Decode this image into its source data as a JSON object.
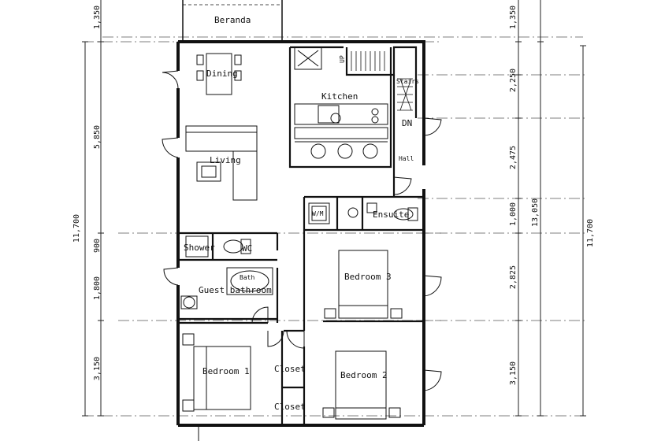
{
  "rooms": {
    "beranda": "Beranda",
    "dining": "Dining",
    "kitchen": "Kitchen",
    "stairs": "Stairs",
    "up": "UP",
    "dn": "DN",
    "hall": "Hall",
    "living": "Living",
    "wm": "W/M",
    "ensuite": "Ensuite",
    "shower": "Shower",
    "wc": "WC",
    "bath": "Bath",
    "guest_bathroom": "Guest bathroom",
    "bedroom3": "Bedroom 3",
    "bedroom1": "Bedroom 1",
    "bedroom2": "Bedroom 2",
    "closet_top": "Closet",
    "closet_bottom": "Closet"
  },
  "dimensions": {
    "left": {
      "top": "1,350",
      "middle": "5,850",
      "overall": "11,700",
      "d900": "900",
      "d1800": "1,800",
      "d3150": "3,150"
    },
    "right": {
      "top": "1,350",
      "d2250": "2,250",
      "d2475": "2,475",
      "d1000": "1,000",
      "d2825": "2,825",
      "d3150": "3,150",
      "d13050": "13,050",
      "overall": "11,700"
    }
  }
}
